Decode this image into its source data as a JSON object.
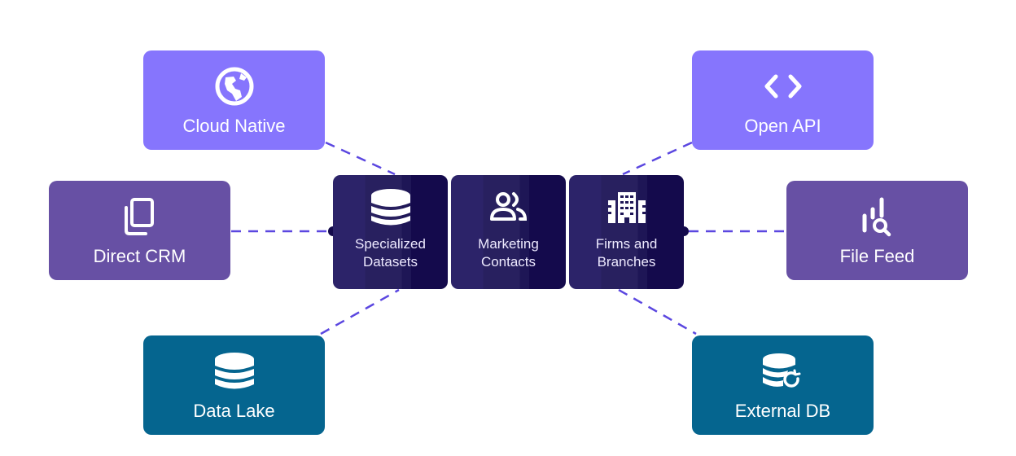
{
  "colors": {
    "violet": "#8675fd",
    "purple": "#6750a4",
    "teal": "#05658f",
    "hub_dark": "#140a4c",
    "connector": "#5b47e0"
  },
  "hub": {
    "cards": [
      {
        "label_line1": "Specialized",
        "label_line2": "Datasets",
        "icon": "database-icon"
      },
      {
        "label_line1": "Marketing",
        "label_line2": "Contacts",
        "icon": "users-icon"
      },
      {
        "label_line1": "Firms and",
        "label_line2": "Branches",
        "icon": "building-icon"
      }
    ]
  },
  "sources": {
    "cloud_native": {
      "label": "Cloud Native",
      "icon": "globe-icon"
    },
    "direct_crm": {
      "label": "Direct CRM",
      "icon": "copy-icon"
    },
    "data_lake": {
      "label": "Data Lake",
      "icon": "database-icon"
    },
    "open_api": {
      "label": "Open API",
      "icon": "code-icon"
    },
    "file_feed": {
      "label": "File Feed",
      "icon": "chart-search-icon"
    },
    "external_db": {
      "label": "External DB",
      "icon": "database-sync-icon"
    }
  }
}
